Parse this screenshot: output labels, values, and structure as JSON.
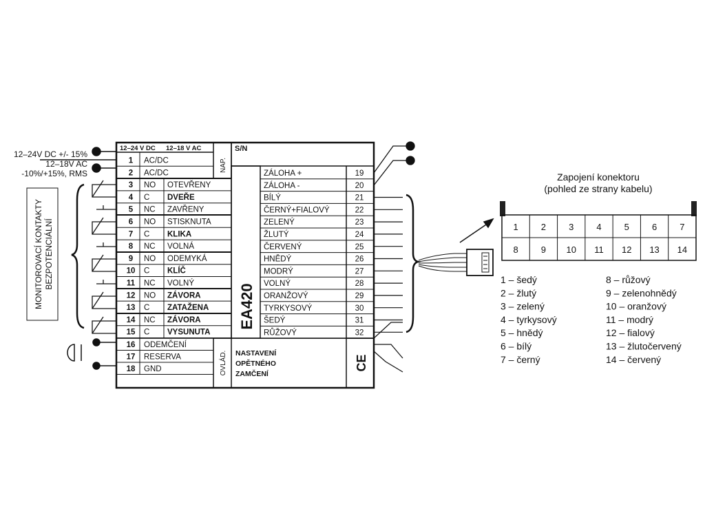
{
  "supply": {
    "label_dc": "12–24V DC +/- 15%",
    "label_ac": "12–18V AC",
    "label_tol": "-10%/+15%, RMS",
    "header_dc": "12–24 V DC",
    "header_ac": "12–18 V AC",
    "nap": "NAP."
  },
  "side_box": {
    "line1": "MONITOROVACÍ KONTAKTY",
    "line2": "BEZPOTENCIÁLNÍ"
  },
  "sn": "S/N",
  "model": "EA420",
  "ovlad": "OVLÁD.",
  "nastaveni": [
    "NASTAVENÍ",
    "OPĚTNÉHO",
    "ZAMČENÍ"
  ],
  "ce": "CE",
  "left_rows": [
    {
      "n": "1",
      "type": "AC/DC",
      "label": ""
    },
    {
      "n": "2",
      "type": "AC/DC",
      "label": ""
    },
    {
      "n": "3",
      "type": "NO",
      "label": "OTEVŘENY"
    },
    {
      "n": "4",
      "type": "C",
      "label": "DVEŘE"
    },
    {
      "n": "5",
      "type": "NC",
      "label": "ZAVŘENY"
    },
    {
      "n": "6",
      "type": "NO",
      "label": "STISKNUTA"
    },
    {
      "n": "7",
      "type": "C",
      "label": "KLIKA"
    },
    {
      "n": "8",
      "type": "NC",
      "label": "VOLNÁ"
    },
    {
      "n": "9",
      "type": "NO",
      "label": "ODEMYKÁ"
    },
    {
      "n": "10",
      "type": "C",
      "label": "KLÍČ"
    },
    {
      "n": "11",
      "type": "NC",
      "label": "VOLNÝ"
    },
    {
      "n": "12",
      "type": "NO",
      "label": "ZÁVORA"
    },
    {
      "n": "13",
      "type": "C",
      "label": "ZATAŽENA"
    },
    {
      "n": "14",
      "type": "NC",
      "label": "ZÁVORA"
    },
    {
      "n": "15",
      "type": "C",
      "label": "VYSUNUTA"
    }
  ],
  "lower_rows": [
    {
      "n": "16",
      "label": "ODEMČENÍ"
    },
    {
      "n": "17",
      "label": "RESERVA"
    },
    {
      "n": "18",
      "label": "GND"
    }
  ],
  "right_rows": [
    {
      "label": "ZÁLOHA  +",
      "n": "19"
    },
    {
      "label": "ZÁLOHA  -",
      "n": "20"
    },
    {
      "label": "BÍLÝ",
      "n": "21"
    },
    {
      "label": "ČERNÝ+FIALOVÝ",
      "n": "22"
    },
    {
      "label": "ZELENÝ",
      "n": "23"
    },
    {
      "label": "ŽLUTÝ",
      "n": "24"
    },
    {
      "label": "ČERVENÝ",
      "n": "25"
    },
    {
      "label": "HNĚDÝ",
      "n": "26"
    },
    {
      "label": "MODRÝ",
      "n": "27"
    },
    {
      "label": "VOLNÝ",
      "n": "28"
    },
    {
      "label": "ORANŽOVÝ",
      "n": "29"
    },
    {
      "label": "TYRKYSOVÝ",
      "n": "30"
    },
    {
      "label": "ŠEDÝ",
      "n": "31"
    },
    {
      "label": "RŮŽOVÝ",
      "n": "32"
    }
  ],
  "connector": {
    "title1": "Zapojení konektoru",
    "title2": "(pohled ze strany kabelu)",
    "top": [
      "1",
      "2",
      "3",
      "4",
      "5",
      "6",
      "7"
    ],
    "bottom": [
      "8",
      "9",
      "10",
      "11",
      "12",
      "13",
      "14"
    ]
  },
  "legend_left": [
    "1 – šedý",
    "2 – žlutý",
    "3 – zelený",
    "4 – tyrkysový",
    "5 – hnědý",
    "6 – bílý",
    "7 – černý"
  ],
  "legend_right": [
    "8 – růžový",
    "9 – zelenohnědý",
    "10 – oranžový",
    "11 – modrý",
    "12 – fialový",
    "13 – žlutočervený",
    "14 – červený"
  ]
}
